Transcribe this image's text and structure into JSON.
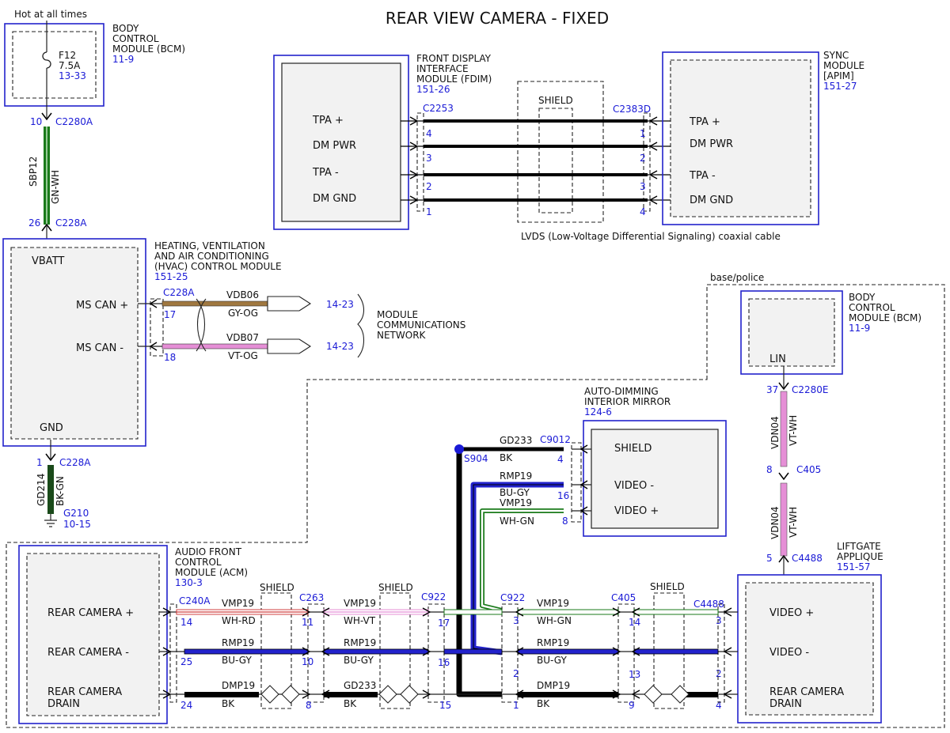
{
  "title": "REAR VIEW CAMERA - FIXED",
  "colors": {
    "reference_blue": "#1a1ad6",
    "box_outline": "#2222cc",
    "wire_black": "#000000",
    "wire_blue": "#2222cc",
    "wire_green": "#1a7a1a",
    "wire_violet": "#e58fd6",
    "wire_brown": "#a07840"
  },
  "bcm_top": {
    "supply_label": "Hot at all times",
    "name": [
      "BODY",
      "CONTROL",
      "MODULE (BCM)"
    ],
    "ref": "11-9",
    "fuse_name": "F12",
    "fuse_rating": "7.5A",
    "fuse_ref": "13-33",
    "pin_top": "10",
    "conn_top": "C2280A",
    "circuit": "SBP12",
    "wire_color": "GN-WH",
    "pin_bottom": "26",
    "conn_bottom": "C228A"
  },
  "hvac": {
    "name": [
      "HEATING, VENTILATION",
      "AND AIR CONDITIONING",
      "(HVAC) CONTROL MODULE"
    ],
    "ref": "151-25",
    "vbatt": "VBATT",
    "can_plus": "MS CAN +",
    "can_minus": "MS CAN -",
    "gnd": "GND",
    "connector": "C228A",
    "pin_plus": "17",
    "pin_minus": "18",
    "circuit_plus": "VDB06",
    "color_plus": "GY-OG",
    "circuit_minus": "VDB07",
    "color_minus": "VT-OG",
    "ref_plus": "14-23",
    "ref_minus": "14-23",
    "network": [
      "MODULE",
      "COMMUNICATIONS",
      "NETWORK"
    ],
    "gnd_pin": "1",
    "gnd_conn": "C228A",
    "gnd_circuit": "GD214",
    "gnd_color": "BK-GN",
    "ground_point": "G210",
    "ground_ref": "10-15"
  },
  "fdim": {
    "name": [
      "FRONT DISPLAY",
      "INTERFACE",
      "MODULE (FDIM)"
    ],
    "ref": "151-26",
    "connector": "C2253",
    "pins": [
      {
        "label": "TPA +",
        "pin": "4"
      },
      {
        "label": "DM PWR",
        "pin": "3"
      },
      {
        "label": "TPA -",
        "pin": "2"
      },
      {
        "label": "DM GND",
        "pin": "1"
      }
    ]
  },
  "sync": {
    "name": [
      "SYNC",
      "MODULE",
      "[APIM]"
    ],
    "ref": "151-27",
    "connector": "C2383D",
    "pins": [
      {
        "label": "TPA +",
        "pin": "1"
      },
      {
        "label": "DM PWR",
        "pin": "2"
      },
      {
        "label": "TPA -",
        "pin": "3"
      },
      {
        "label": "DM GND",
        "pin": "4"
      }
    ]
  },
  "lvds": {
    "shield": "SHIELD",
    "caption": "LVDS (Low-Voltage Differential Signaling) coaxial cable"
  },
  "base_police": "base/police",
  "bcm_right": {
    "name": [
      "BODY",
      "CONTROL",
      "MODULE (BCM)"
    ],
    "ref": "11-9",
    "pin_label": "LIN",
    "pin1": "37",
    "conn1": "C2280E",
    "circuit": "VDN04",
    "color": "VT-WH",
    "pin2": "8",
    "conn2": "C405",
    "circuit2": "VDN04",
    "color2": "VT-WH",
    "pin3": "5",
    "conn3": "C4488"
  },
  "mirror": {
    "name": [
      "AUTO-DIMMING",
      "INTERIOR MIRROR"
    ],
    "ref": "124-6",
    "pins": [
      {
        "label": "SHIELD",
        "pin": "4"
      },
      {
        "label": "VIDEO -",
        "pin": "16"
      },
      {
        "label": "VIDEO +",
        "pin": "8"
      }
    ],
    "connector": "C9012",
    "splice": "S904",
    "gd_circuit": "GD233",
    "gd_color": "BK",
    "rmp_circuit": "RMP19",
    "rmp_color": "BU-GY",
    "vmp_circuit": "VMP19",
    "vmp_color": "WH-GN"
  },
  "acm": {
    "name": [
      "AUDIO FRONT",
      "CONTROL",
      "MODULE (ACM)"
    ],
    "ref": "130-3",
    "pins": [
      {
        "label": "REAR CAMERA +",
        "pin": "14"
      },
      {
        "label": "REAR CAMERA -",
        "pin": "25"
      },
      {
        "label": "REAR CAMERA",
        "label2": "DRAIN",
        "pin": "24"
      }
    ],
    "connector": "C240A"
  },
  "liftgate": {
    "name": [
      "LIFTGATE",
      "APPLIQUE"
    ],
    "ref": "151-57",
    "pins": [
      {
        "label": "VIDEO +",
        "pin": "3"
      },
      {
        "label": "VIDEO -",
        "pin": "2"
      },
      {
        "label": "REAR CAMERA",
        "label2": "DRAIN",
        "pin": "4"
      }
    ],
    "connector": "C4488"
  },
  "bottom_run": {
    "shield": "SHIELD",
    "seg1": {
      "top": [
        "VMP19",
        "WH-RD"
      ],
      "mid": [
        "RMP19",
        "BU-GY"
      ],
      "bot": [
        "DMP19",
        "BK"
      ]
    },
    "seg2": {
      "top": [
        "VMP19",
        "WH-VT"
      ],
      "mid": [
        "RMP19",
        "BU-GY"
      ],
      "bot": [
        "GD233",
        "BK"
      ]
    },
    "seg3": {
      "top": [
        "VMP19",
        "WH-GN"
      ],
      "mid": [
        "RMP19",
        "BU-GY"
      ],
      "bot": [
        "DMP19",
        "BK"
      ]
    },
    "c263": {
      "name": "C263",
      "pins": [
        "11",
        "10",
        "8"
      ]
    },
    "c922a": {
      "name": "C922",
      "pins": [
        "17",
        "16",
        "15"
      ]
    },
    "c922b": {
      "name": "C922",
      "pins": [
        "3",
        "2",
        "1"
      ]
    },
    "c405": {
      "name": "C405",
      "pins": [
        "14",
        "13",
        "9"
      ]
    }
  }
}
